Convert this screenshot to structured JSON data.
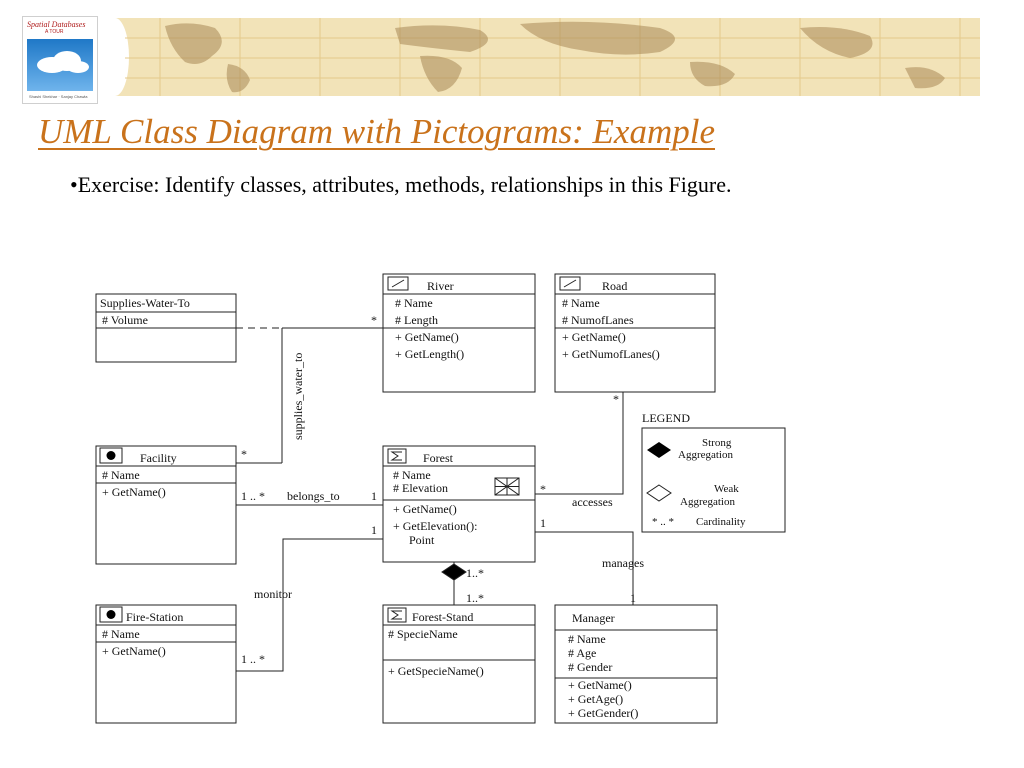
{
  "slide": {
    "title": "UML Class Diagram with Pictograms: Example",
    "bullet": "•Exercise: Identify classes, attributes, methods, relationships in this Figure."
  },
  "book_cover": {
    "title": "Spatial Databases",
    "subtitle": "A TOUR",
    "authors": "Shashi Shekhar · Sanjay Chawla"
  },
  "colors": {
    "title": "#c9721b",
    "banner": "#f2e3b8",
    "banner_grid": "#e4c98a",
    "banner_land": "#a98956",
    "line": "#222222",
    "text": "#111111"
  },
  "diagram": {
    "classes": {
      "supplies_water_to": {
        "name": "Supplies-Water-To",
        "attributes": [
          "# Volume"
        ]
      },
      "river": {
        "name": "River",
        "attributes": [
          "# Name",
          "# Length"
        ],
        "methods": [
          "+ GetName()",
          "+ GetLength()"
        ]
      },
      "road": {
        "name": "Road",
        "attributes": [
          "# Name",
          "# NumofLanes"
        ],
        "methods": [
          "+ GetName()",
          "+ GetNumofLanes()"
        ]
      },
      "facility": {
        "name": "Facility",
        "attributes": [
          "# Name"
        ],
        "methods": [
          "+ GetName()"
        ]
      },
      "forest": {
        "name": "Forest",
        "attributes": [
          "# Name",
          "# Elevation"
        ],
        "methods": [
          "+ GetName()",
          "+ GetElevation():",
          "Point"
        ]
      },
      "fire_station": {
        "name": "Fire-Station",
        "attributes": [
          "# Name"
        ],
        "methods": [
          "+ GetName()"
        ]
      },
      "forest_stand": {
        "name": "Forest-Stand",
        "attributes": [
          "# SpecieName"
        ],
        "methods": [
          "+ GetSpecieName()"
        ]
      },
      "manager": {
        "name": "Manager",
        "attributes": [
          "# Name",
          "# Age",
          "# Gender"
        ],
        "methods": [
          "+ GetName()",
          "+ GetAge()",
          "+ GetGender()"
        ]
      }
    },
    "relations": {
      "supplies_water_to": "supplies_water_to",
      "belongs_to": "belongs_to",
      "accesses": "accesses",
      "manages": "manages",
      "monitor": "monitor"
    },
    "cardinalities": {
      "many": "*",
      "one": "1",
      "one_many": "1 .. *",
      "one_many_tight": "1..*"
    },
    "legend": {
      "title": "LEGEND",
      "strong_1": "Strong",
      "strong_2": "Aggregation",
      "weak_1": "Weak",
      "weak_2": "Aggregation",
      "cardinality_symbol": "* .. *",
      "cardinality_label": "Cardinality"
    }
  }
}
